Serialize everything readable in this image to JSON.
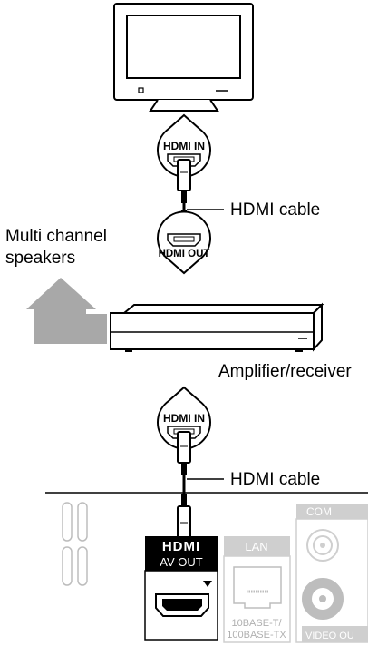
{
  "labels": {
    "cable_top": "HDMI cable",
    "speakers_line1": "Multi channel",
    "speakers_line2": "speakers",
    "amplifier": "Amplifier/receiver",
    "cable_bottom": "HDMI cable"
  },
  "ports": {
    "tv_in": "HDMI IN",
    "amp_out": "HDMI OUT",
    "amp_in": "HDMI IN"
  },
  "rear_panel": {
    "hdmi_logo": "HDMI",
    "av_out": "AV OUT",
    "lan": "LAN",
    "lan_spec_line1": "10BASE-T/",
    "lan_spec_line2": "100BASE-TX",
    "comp": "COM",
    "video_out": "VIDEO OU"
  },
  "colors": {
    "line": "#000000",
    "arrow": "#a8a8a8",
    "panel_light": "#cfcfcf",
    "white": "#ffffff"
  }
}
